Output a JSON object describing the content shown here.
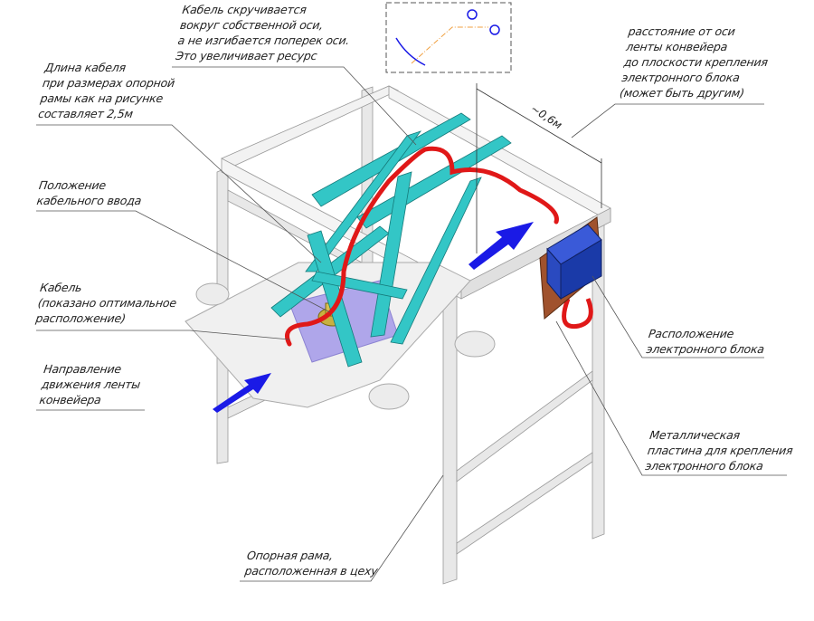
{
  "annotations": {
    "cable_twist": [
      "Кабель скручивается",
      "вокруг собственной оси,",
      "а не изгибается поперек оси.",
      "Это увеличивает ресурс"
    ],
    "cable_length": [
      "Длина кабеля",
      "при размерах опорной",
      "рамы как на рисунке",
      "составляет 2,5м"
    ],
    "cable_entry": [
      "Положение",
      "кабельного ввода"
    ],
    "cable": [
      "Кабель",
      "(показано оптимальное",
      "расположение)"
    ],
    "belt_direction": [
      "Направление",
      "движения ленты",
      "конвейера"
    ],
    "distance": [
      "расстояние от оси",
      "ленты конвейера",
      "до плоскости крепления",
      "электронного блока",
      "(может быть другим)"
    ],
    "unit_location": [
      "Расположение",
      "электронного блока"
    ],
    "metal_plate": [
      "Металлическая",
      "пластина для крепления",
      "электронного блока"
    ],
    "support_frame": [
      "Опорная рама,",
      "расположенная в цеху"
    ]
  },
  "dimension": "~0,6м",
  "colors": {
    "beam": "#33c6c6",
    "beam_dark": "#1e9a9a",
    "cable": "#e01818",
    "arrow": "#1a1ae6",
    "plate": "#a0522d",
    "unit": "#1a3aa8",
    "frame": "#e4e4e4"
  }
}
